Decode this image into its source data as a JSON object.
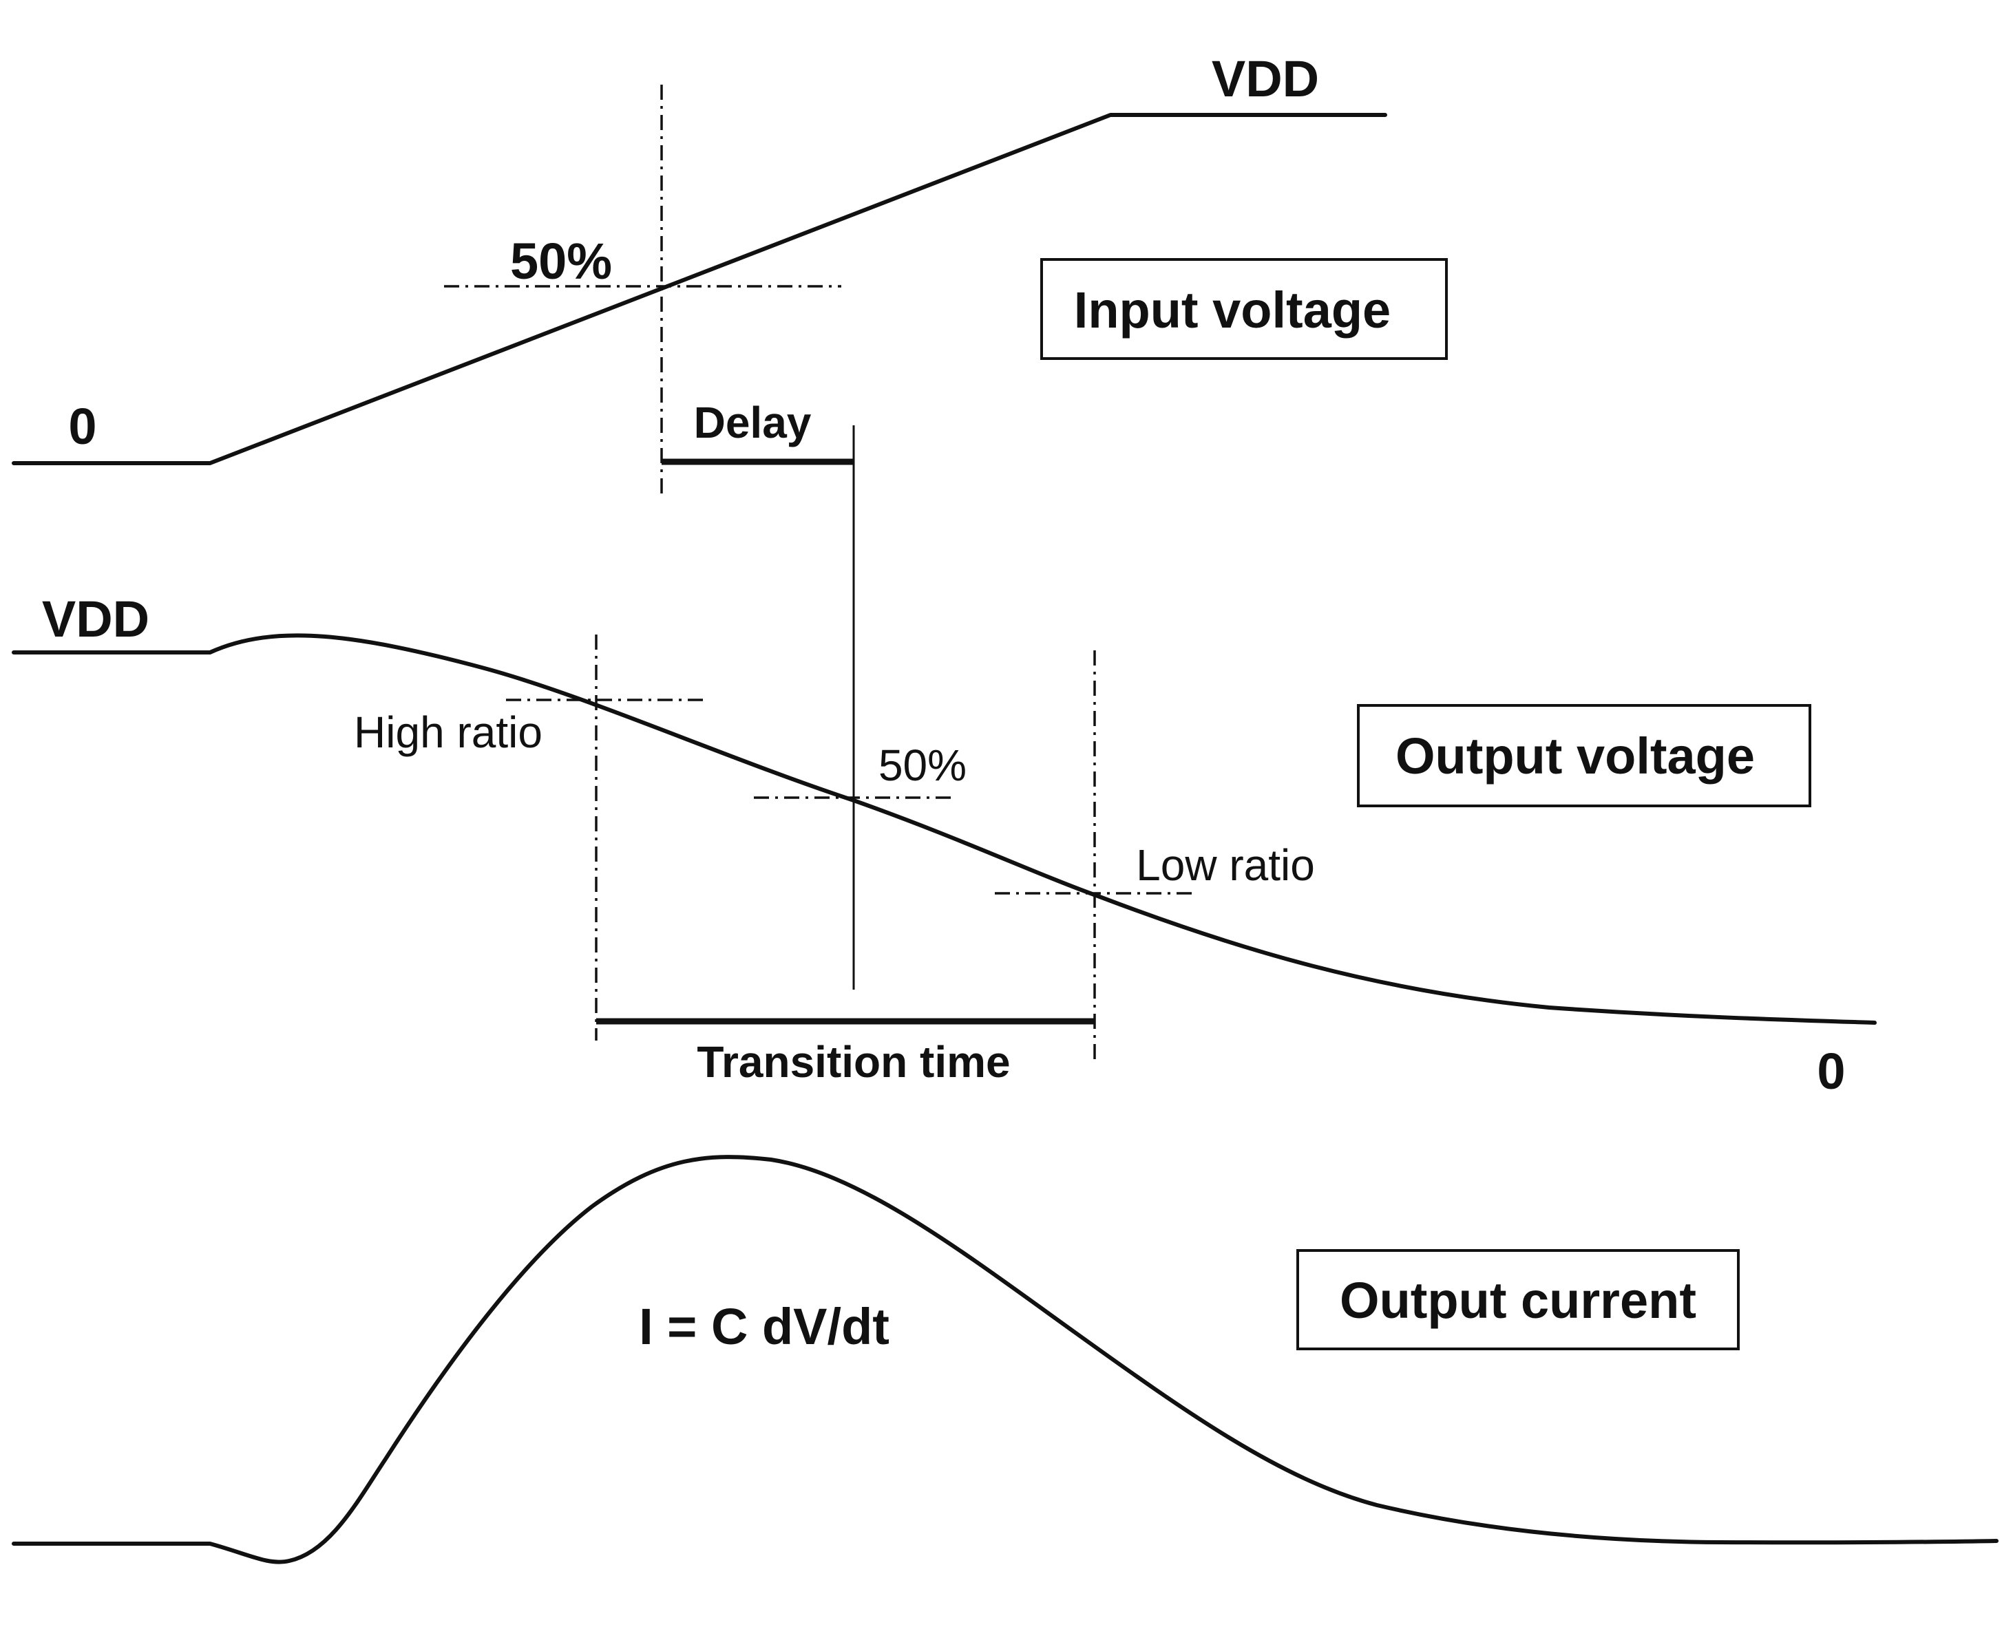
{
  "input_signal": {
    "box_label": "Input voltage",
    "low_label": "0",
    "high_label": "VDD",
    "threshold_label": "50%"
  },
  "delay": {
    "label": "Delay"
  },
  "output_voltage": {
    "box_label": "Output voltage",
    "high_label": "VDD",
    "low_label": "0",
    "high_ratio_label": "High ratio",
    "mid_label": "50%",
    "low_ratio_label": "Low ratio",
    "transition_label": "Transition time"
  },
  "output_current": {
    "box_label": "Output current",
    "formula": "I = C dV/dt"
  }
}
